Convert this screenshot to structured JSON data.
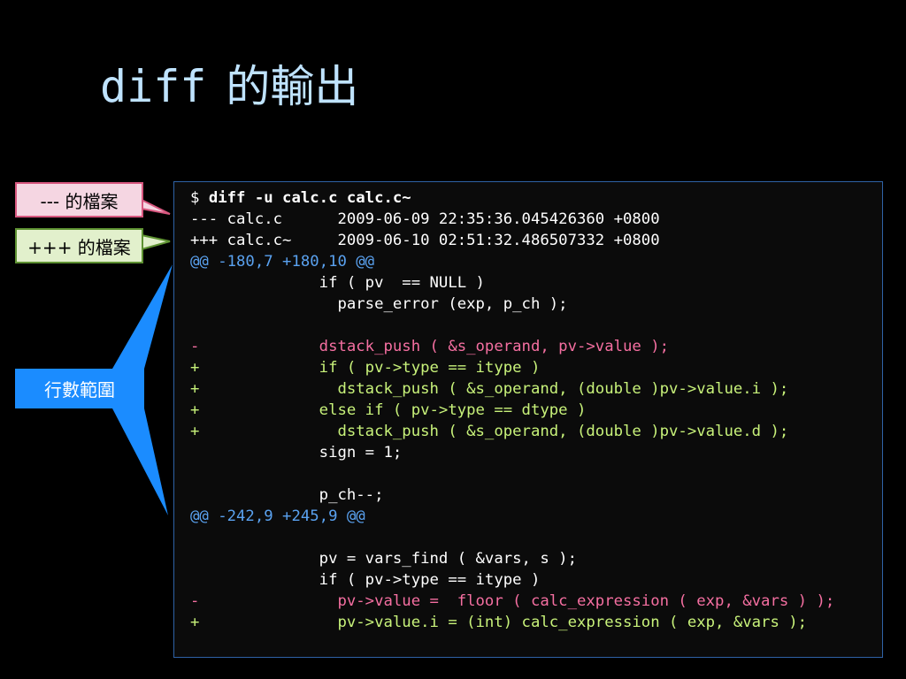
{
  "slide": {
    "title_code": "diff",
    "title_text": "的輸出"
  },
  "callouts": {
    "minus_file": "--- 的檔案",
    "plus_file": "+++ 的檔案",
    "line_range": "行數範圍"
  },
  "colors": {
    "background": "#000000",
    "title": "#bfe3ff",
    "deleted": "#f56fa1",
    "added": "#c8f27a",
    "hunk": "#5aa2f0",
    "callout_range": "#1b8cff",
    "panel_border": "#2f62a6"
  },
  "code": {
    "prompt": "$ ",
    "command": "diff -u calc.c calc.c~",
    "lines": [
      {
        "kind": "header",
        "text": "--- calc.c      2009-06-09 22:35:36.045426360 +0800"
      },
      {
        "kind": "header",
        "text": "+++ calc.c~     2009-06-10 02:51:32.486507332 +0800"
      },
      {
        "kind": "hunk",
        "text": "@@ -180,7 +180,10 @@"
      },
      {
        "kind": "context",
        "text": "              if ( pv  == NULL )"
      },
      {
        "kind": "context",
        "text": "                parse_error (exp, p_ch );"
      },
      {
        "kind": "context",
        "text": ""
      },
      {
        "kind": "del",
        "text": "-             dstack_push ( &s_operand, pv->value );"
      },
      {
        "kind": "add",
        "text": "+             if ( pv->type == itype )"
      },
      {
        "kind": "add",
        "text": "+               dstack_push ( &s_operand, (double )pv->value.i );"
      },
      {
        "kind": "add",
        "text": "+             else if ( pv->type == dtype )"
      },
      {
        "kind": "add",
        "text": "+               dstack_push ( &s_operand, (double )pv->value.d );"
      },
      {
        "kind": "context",
        "text": "              sign = 1;"
      },
      {
        "kind": "context",
        "text": ""
      },
      {
        "kind": "context",
        "text": "              p_ch--;"
      },
      {
        "kind": "hunk",
        "text": "@@ -242,9 +245,9 @@"
      },
      {
        "kind": "context",
        "text": ""
      },
      {
        "kind": "context",
        "text": "              pv = vars_find ( &vars, s );"
      },
      {
        "kind": "context",
        "text": "              if ( pv->type == itype )"
      },
      {
        "kind": "del",
        "text": "-               pv->value =  floor ( calc_expression ( exp, &vars ) );"
      },
      {
        "kind": "add",
        "text": "+               pv->value.i = (int) calc_expression ( exp, &vars );"
      }
    ]
  }
}
